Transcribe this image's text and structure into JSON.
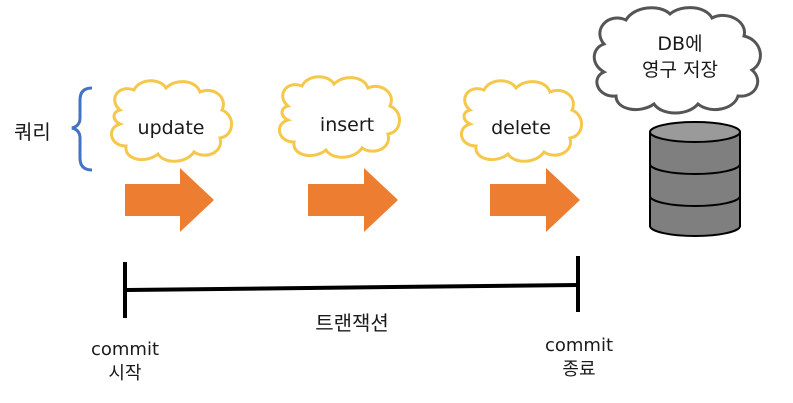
{
  "query_label": "쿼리",
  "queries": [
    {
      "label": "update"
    },
    {
      "label": "insert"
    },
    {
      "label": "delete"
    }
  ],
  "db_cloud": {
    "line1": "DB에",
    "line2": "영구 저장"
  },
  "timeline": {
    "label": "트랜잭션",
    "start": {
      "line1": "commit",
      "line2": "시작"
    },
    "end": {
      "line1": "commit",
      "line2": "종료"
    }
  },
  "colors": {
    "cloud_outline": "#F5C84B",
    "arrow": "#ED7D31",
    "bracket": "#4472C4",
    "db_cloud_outline": "#555555",
    "db_body": "#7F7F7F",
    "db_top": "#9A9A9A",
    "line": "#000000"
  },
  "icons": {
    "database": "database-icon"
  }
}
